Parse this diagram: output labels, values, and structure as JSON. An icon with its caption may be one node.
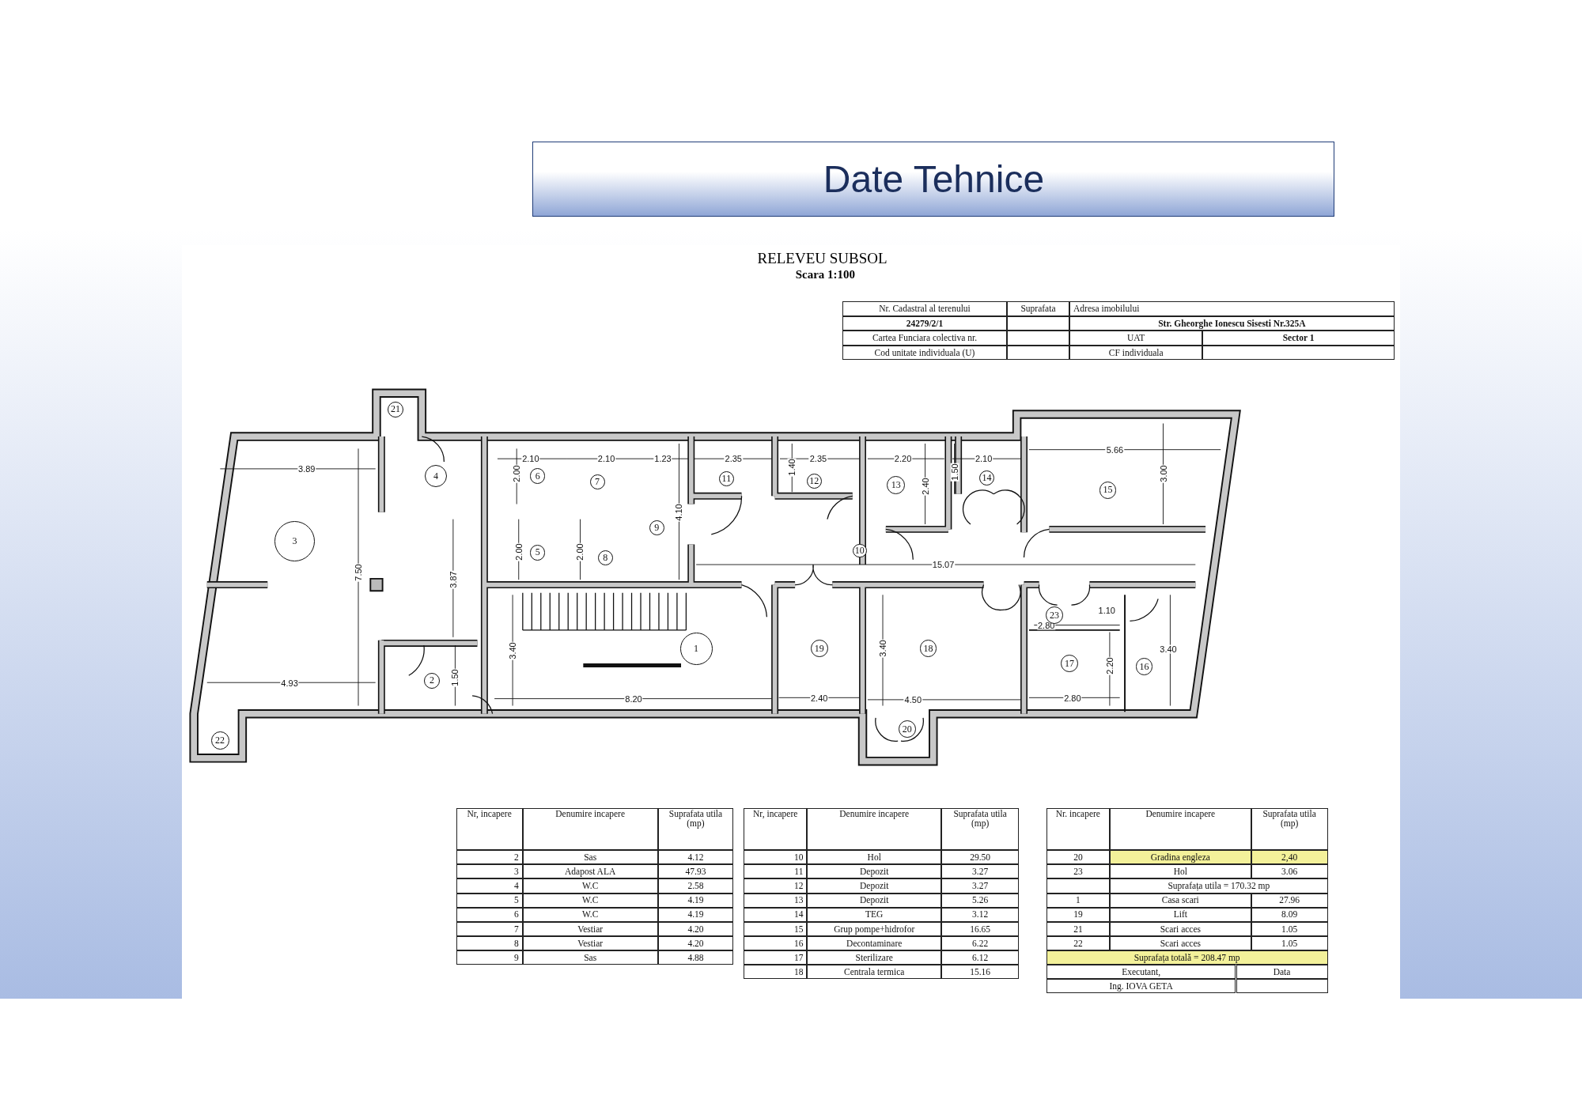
{
  "diagram": {
    "title": "Date Tehnice",
    "nodes": [
      {
        "text": [
          "21"
        ]
      },
      {
        "text": [
          "4"
        ]
      },
      {
        "text": [
          "6"
        ]
      },
      {
        "text": [
          "7"
        ]
      },
      {
        "text": [
          "11"
        ]
      },
      {
        "text": [
          "12"
        ]
      },
      {
        "text": [
          "13"
        ]
      },
      {
        "text": [
          "14"
        ]
      },
      {
        "text": [
          "15"
        ]
      },
      {
        "text": [
          "3"
        ]
      },
      {
        "text": [
          "9"
        ]
      },
      {
        "text": [
          "10"
        ]
      },
      {
        "text": [
          "5"
        ]
      },
      {
        "text": [
          "8"
        ]
      },
      {
        "text": [
          "23"
        ]
      },
      {
        "text": [
          "1"
        ]
      },
      {
        "text": [
          "19"
        ]
      },
      {
        "text": [
          "18"
        ]
      },
      {
        "text": [
          "17"
        ]
      },
      {
        "text": [
          "16"
        ]
      },
      {
        "text": [
          "2"
        ]
      },
      {
        "text": [
          "20"
        ]
      },
      {
        "text": [
          "22"
        ]
      }
    ],
    "edges": [],
    "labels": [
      "RELEVEU SUBSOL",
      "Scara 1:100",
      "Nr. Cadastral al terenului",
      "Suprafata",
      "Adresa imobilului",
      "24279/2/1",
      "Str. Gheorghe Ionescu Sisesti Nr.325A",
      "Cartea Funciara colectiva nr.",
      "UAT",
      "Sector 1",
      "Cod unitate individuala (U)",
      "CF individuala",
      "3.89",
      "2.10",
      "2.10",
      "1.23",
      "2.35",
      "2.35",
      "2.20",
      "2.10",
      "5.66",
      "2.00",
      "1.40",
      "2.40",
      "1.50",
      "3.00",
      "4.10",
      "2.00",
      "2.00",
      "7.50",
      "3.87",
      "15.07",
      "1.10",
      "2.80",
      "3.40",
      "3.40",
      "3.40",
      "2.20",
      "1.50",
      "4.93",
      "8.20",
      "2.40",
      "4.50",
      "2.80",
      "Nr, incapere",
      "Denumire incapere",
      "Suprafata utila (mp)",
      "2",
      "Sas",
      "4.12",
      "3",
      "Adapost ALA",
      "47.93",
      "4",
      "W.C",
      "2.58",
      "5",
      "W.C",
      "4.19",
      "6",
      "W.C",
      "4.19",
      "7",
      "Vestiar",
      "4.20",
      "8",
      "Vestiar",
      "4.20",
      "9",
      "Sas",
      "4.88",
      "Nr, incapere",
      "Denumire incapere",
      "Suprafata utila (mp)",
      "10",
      "Hol",
      "29.50",
      "11",
      "Depozit",
      "3.27",
      "12",
      "Depozit",
      "3.27",
      "13",
      "Depozit",
      "5.26",
      "14",
      "TEG",
      "3.12",
      "15",
      "Grup pompe+hidrofor",
      "16.65",
      "16",
      "Decontaminare",
      "6.22",
      "17",
      "Sterilizare",
      "6.12",
      "18",
      "Centrala termica",
      "15.16",
      "Nr. incapere",
      "Denumire incapere",
      "Suprafata utila (mp)",
      "20",
      "Gradina engleza",
      "2,40",
      "23",
      "Hol",
      "3.06",
      "Suprafața utila = 170.32 mp",
      "1",
      "Casa scari",
      "27.96",
      "19",
      "Lift",
      "8.09",
      "21",
      "Scari acces",
      "1.05",
      "22",
      "Scari acces",
      "1.05",
      "Suprafața totală = 208.47 mp",
      "Executant,",
      "Data",
      "Ing. IOVA GETA"
    ]
  }
}
